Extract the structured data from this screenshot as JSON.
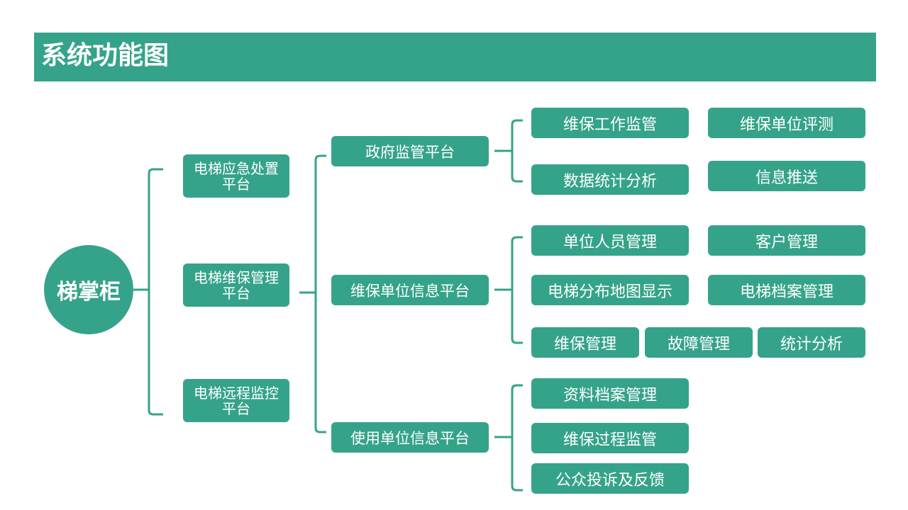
{
  "header": {
    "title": "系统功能图"
  },
  "root": {
    "label": "梯掌柜"
  },
  "level1": [
    {
      "label": "电梯应急处置平台"
    },
    {
      "label": "电梯维保管理平台"
    },
    {
      "label": "电梯远程监控平台"
    }
  ],
  "platforms": [
    {
      "label": "政府监管平台",
      "features": [
        "维保工作监管",
        "维保单位评测",
        "数据统计分析",
        "信息推送"
      ]
    },
    {
      "label": "维保单位信息平台",
      "features": [
        "单位人员管理",
        "客户管理",
        "电梯分布地图显示",
        "电梯档案管理",
        "维保管理",
        "故障管理",
        "统计分析"
      ]
    },
    {
      "label": "使用单位信息平台",
      "features": [
        "资料档案管理",
        "维保过程监管",
        "公众投诉及反馈"
      ]
    }
  ],
  "colors": {
    "accent": "#35a389",
    "text_on_accent": "#ffffff"
  }
}
